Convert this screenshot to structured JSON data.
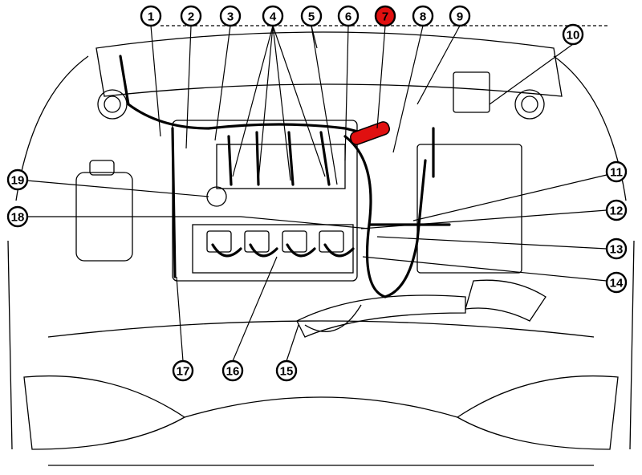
{
  "diagram": {
    "title": "Engine compartment wiring components",
    "highlight_color": "#e01010",
    "callouts": [
      {
        "id": "1",
        "label": "1"
      },
      {
        "id": "2",
        "label": "2"
      },
      {
        "id": "3",
        "label": "3"
      },
      {
        "id": "4",
        "label": "4"
      },
      {
        "id": "5",
        "label": "5"
      },
      {
        "id": "6",
        "label": "6"
      },
      {
        "id": "7",
        "label": "7",
        "highlighted": true
      },
      {
        "id": "8",
        "label": "8"
      },
      {
        "id": "9",
        "label": "9"
      },
      {
        "id": "10",
        "label": "10"
      },
      {
        "id": "11",
        "label": "11"
      },
      {
        "id": "12",
        "label": "12"
      },
      {
        "id": "13",
        "label": "13"
      },
      {
        "id": "14",
        "label": "14"
      },
      {
        "id": "15",
        "label": "15"
      },
      {
        "id": "16",
        "label": "16"
      },
      {
        "id": "17",
        "label": "17"
      },
      {
        "id": "18",
        "label": "18"
      },
      {
        "id": "19",
        "label": "19"
      }
    ]
  }
}
